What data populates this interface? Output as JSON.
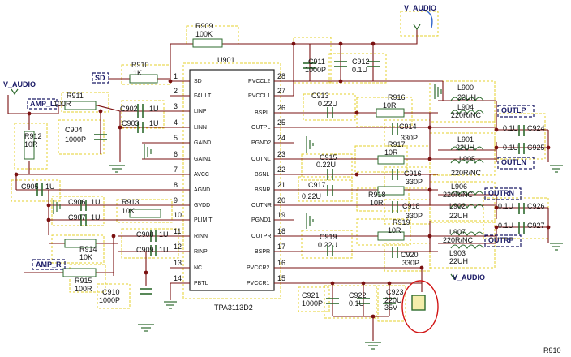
{
  "ic": {
    "ref": "U901",
    "part": "TPA3113D2",
    "left_pins": [
      {
        "num": "1",
        "name": "SD"
      },
      {
        "num": "2",
        "name": "FAULT"
      },
      {
        "num": "3",
        "name": "LINP"
      },
      {
        "num": "4",
        "name": "LINN"
      },
      {
        "num": "5",
        "name": "GAIN0"
      },
      {
        "num": "6",
        "name": "GAIN1"
      },
      {
        "num": "7",
        "name": "AVCC"
      },
      {
        "num": "8",
        "name": "AGND"
      },
      {
        "num": "9",
        "name": "GVDD"
      },
      {
        "num": "10",
        "name": "PLIMIT"
      },
      {
        "num": "11",
        "name": "RINN"
      },
      {
        "num": "12",
        "name": "RINP"
      },
      {
        "num": "13",
        "name": "NC"
      },
      {
        "num": "14",
        "name": "PBTL"
      }
    ],
    "right_pins": [
      {
        "num": "28",
        "name": "PVCCL2"
      },
      {
        "num": "27",
        "name": "PVCCL1"
      },
      {
        "num": "26",
        "name": "BSPL"
      },
      {
        "num": "25",
        "name": "OUTPL"
      },
      {
        "num": "24",
        "name": "PGND2"
      },
      {
        "num": "23",
        "name": "OUTNL"
      },
      {
        "num": "22",
        "name": "BSNL"
      },
      {
        "num": "21",
        "name": "BSNR"
      },
      {
        "num": "20",
        "name": "OUTNR"
      },
      {
        "num": "19",
        "name": "PGND1"
      },
      {
        "num": "18",
        "name": "OUTPR"
      },
      {
        "num": "17",
        "name": "BSPR"
      },
      {
        "num": "16",
        "name": "PVCCR2"
      },
      {
        "num": "15",
        "name": "PVCCR1"
      }
    ]
  },
  "components": [
    {
      "ref": "R909",
      "value": "100K"
    },
    {
      "ref": "R910",
      "value": "1K"
    },
    {
      "ref": "R911",
      "value": "100R"
    },
    {
      "ref": "R912",
      "value": "10R"
    },
    {
      "ref": "C902",
      "value": "1U"
    },
    {
      "ref": "C903",
      "value": "1U"
    },
    {
      "ref": "C904",
      "value": "1000P"
    },
    {
      "ref": "C905",
      "value": "1U"
    },
    {
      "ref": "C906",
      "value": "1U"
    },
    {
      "ref": "C907",
      "value": "1U"
    },
    {
      "ref": "R913",
      "value": "10K"
    },
    {
      "ref": "R914",
      "value": "10K"
    },
    {
      "ref": "C908",
      "value": "1U"
    },
    {
      "ref": "C909",
      "value": "1U"
    },
    {
      "ref": "R915",
      "value": "100R"
    },
    {
      "ref": "C910",
      "value": "1000P"
    },
    {
      "ref": "C911",
      "value": "1000P"
    },
    {
      "ref": "C912",
      "value": "0.1U"
    },
    {
      "ref": "C913",
      "value": "0.22U"
    },
    {
      "ref": "R916",
      "value": "10R"
    },
    {
      "ref": "C914",
      "value": "330P"
    },
    {
      "ref": "C915",
      "value": "0.22U"
    },
    {
      "ref": "R917",
      "value": "10R"
    },
    {
      "ref": "C916",
      "value": "330P"
    },
    {
      "ref": "C917",
      "value": "0.22U"
    },
    {
      "ref": "R918",
      "value": "10R"
    },
    {
      "ref": "C918",
      "value": "330P"
    },
    {
      "ref": "R919",
      "value": "10R"
    },
    {
      "ref": "C919",
      "value": "0.22U"
    },
    {
      "ref": "C920",
      "value": "330P"
    },
    {
      "ref": "C921",
      "value": "1000P"
    },
    {
      "ref": "C922",
      "value": "0.1U"
    },
    {
      "ref": "C923",
      "value": "220U 35V"
    },
    {
      "ref": "L900",
      "value": "22UH"
    },
    {
      "ref": "L904",
      "value": "220R/NC"
    },
    {
      "ref": "L901",
      "value": "22UH"
    },
    {
      "ref": "L905",
      "value": "220R/NC"
    },
    {
      "ref": "L906",
      "value": "220R/NC"
    },
    {
      "ref": "L902",
      "value": "22UH"
    },
    {
      "ref": "L907",
      "value": "220R/NC"
    },
    {
      "ref": "L903",
      "value": "22UH"
    },
    {
      "ref": "C924",
      "value": "0.1U"
    },
    {
      "ref": "C925",
      "value": "0.1U"
    },
    {
      "ref": "C926",
      "value": "0.1U"
    },
    {
      "ref": "C927",
      "value": "0.1U"
    }
  ],
  "nets": {
    "v_audio": "V_AUDIO",
    "sd": "SD",
    "amp_l": "AMP_L",
    "amp_r": "AMP_R",
    "outlp": "OUTLP",
    "outln": "OUTLN",
    "outrn": "OUTRN",
    "outrp": "OUTRP"
  },
  "footer": "R910",
  "colors": {
    "wire": "#7a1010",
    "junction": "#7a1010",
    "component": "#2e6b2e",
    "outline": "#e4d22e",
    "net_box": "#1a1a66",
    "annotation": "#d11414"
  }
}
